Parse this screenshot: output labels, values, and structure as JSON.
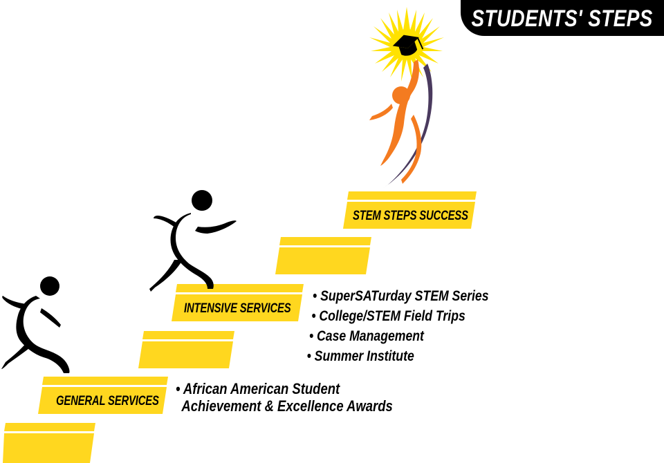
{
  "header": {
    "title": "STUDENTS' STEPS"
  },
  "steps": {
    "general": "GENERAL SERVICES",
    "intensive": "INTENSIVE SERVICES",
    "success": "STEM STEPS SUCCESS"
  },
  "general_bullets": [
    "• African American Student",
    "Achievement & Excellence Awards"
  ],
  "intensive_bullets": [
    "• SuperSATurday STEM Series",
    "• College/STEM Field Trips",
    "•  Case Management",
    "•  Summer Institute"
  ],
  "colors": {
    "step_yellow": "#FFD71F",
    "tab_black": "#000000",
    "figure_orange": "#F47B20",
    "swoosh_purple": "#4A3A5E",
    "sun_yellow": "#FFE200"
  },
  "icons": [
    "running-person-icon",
    "graduation-cap-icon",
    "sunburst-icon",
    "leaping-person-icon"
  ]
}
